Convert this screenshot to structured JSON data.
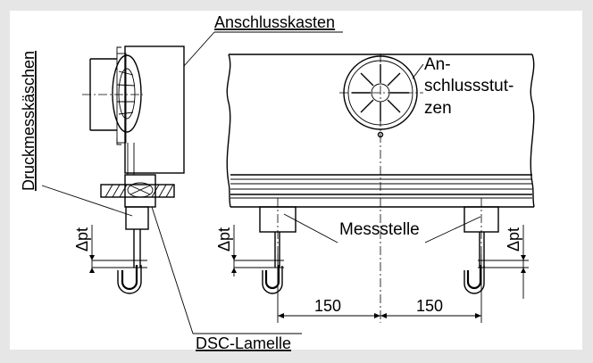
{
  "labels": {
    "connection_box": "Anschlusskasten",
    "pressure_box": "Druckmesskäschen",
    "dsc_lamella": "DSC-Lamelle",
    "connection_socket_line1": "An-",
    "connection_socket_line2": "schlussstut-",
    "connection_socket_line3": "zen",
    "measuring_point": "Messstelle",
    "delta_p_left": "Δpt",
    "delta_p_right1": "Δpt",
    "delta_p_right2": "Δpt"
  },
  "dimensions": {
    "left_distance": "150",
    "right_distance": "150"
  },
  "colors": {
    "background": "#e6e6e6",
    "panel": "#ffffff",
    "line": "#000000"
  }
}
